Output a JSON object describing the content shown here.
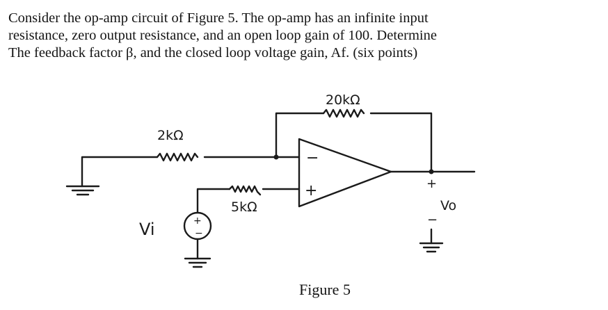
{
  "question": {
    "lines": [
      "Consider the op-amp circuit of Figure 5. The op-amp has an infinite input",
      "resistance, zero output resistance, and an open loop gain of 100. Determine",
      "The feedback factor β, and the closed loop voltage gain, Af. (six points)"
    ]
  },
  "circuit": {
    "feedback_resistor_label": "20kΩ",
    "input_resistor_label": "2kΩ",
    "plus_resistor_label": "5kΩ",
    "opamp_minus": "−",
    "opamp_plus": "+",
    "source_label": "Vi",
    "source_plus": "+",
    "source_minus": "−",
    "output_label": "Vo",
    "output_plus": "+",
    "output_minus": "−"
  },
  "figure_caption": "Figure 5"
}
